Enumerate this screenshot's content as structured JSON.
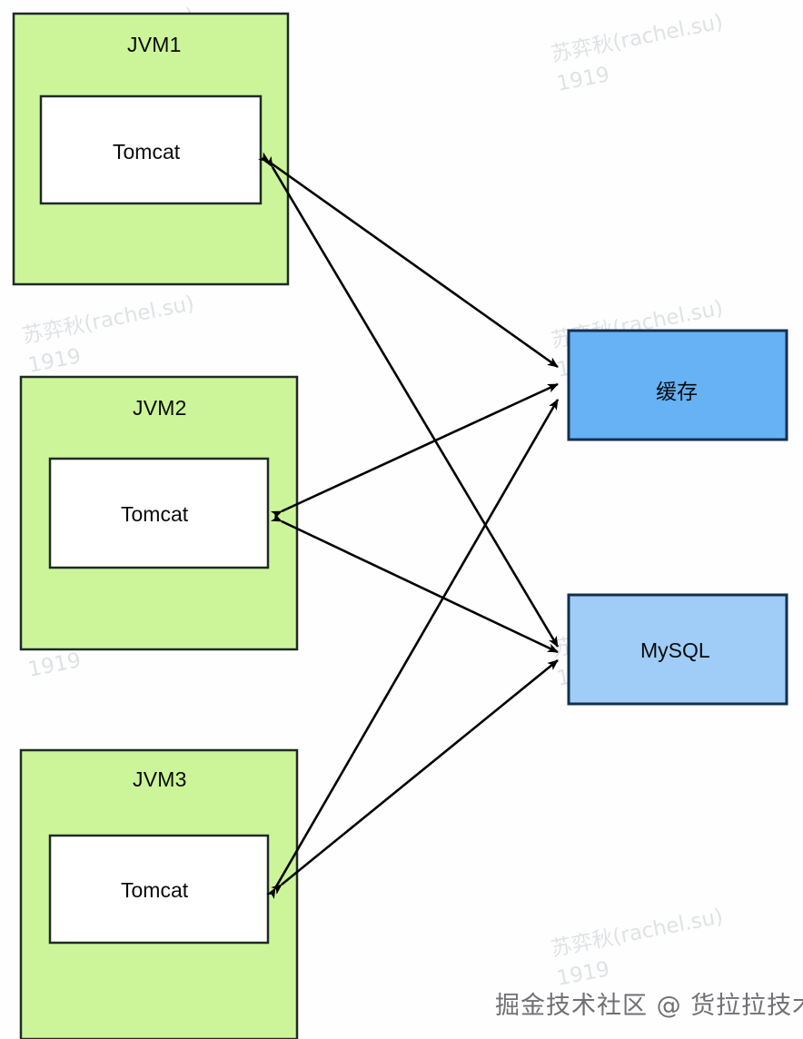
{
  "diagram": {
    "type": "architecture-flow",
    "background_color": "#fefefe",
    "jvm_fill": "#ccf599",
    "jvm_stroke": "#1f2a24",
    "tomcat_fill": "#ffffff",
    "tomcat_stroke": "#1f2a24",
    "cache_fill": "#66b2f5",
    "cache_stroke": "#12304f",
    "mysql_fill": "#9fcdf7",
    "mysql_stroke": "#12304f",
    "edge_color": "#000000",
    "jvm_nodes": [
      {
        "id": "jvm1",
        "label": "JVM1",
        "child_label": "Tomcat"
      },
      {
        "id": "jvm2",
        "label": "JVM2",
        "child_label": "Tomcat"
      },
      {
        "id": "jvm3",
        "label": "JVM3",
        "child_label": "Tomcat"
      }
    ],
    "store_nodes": [
      {
        "id": "cache",
        "label": "缓存"
      },
      {
        "id": "mysql",
        "label": "MySQL"
      }
    ],
    "edges": [
      {
        "from": "jvm1-tomcat",
        "to": "cache",
        "bidirectional": true
      },
      {
        "from": "jvm1-tomcat",
        "to": "mysql",
        "bidirectional": true
      },
      {
        "from": "jvm2-tomcat",
        "to": "cache",
        "bidirectional": true
      },
      {
        "from": "jvm2-tomcat",
        "to": "mysql",
        "bidirectional": true
      },
      {
        "from": "jvm3-tomcat",
        "to": "cache",
        "bidirectional": true
      },
      {
        "from": "jvm3-tomcat",
        "to": "mysql",
        "bidirectional": true
      }
    ]
  },
  "watermarks": [
    {
      "main": "苏弈秋(rachel.su)",
      "sub": "1919"
    }
  ],
  "footer": {
    "credit": "掘金技术社区 @ 货拉拉技术"
  }
}
